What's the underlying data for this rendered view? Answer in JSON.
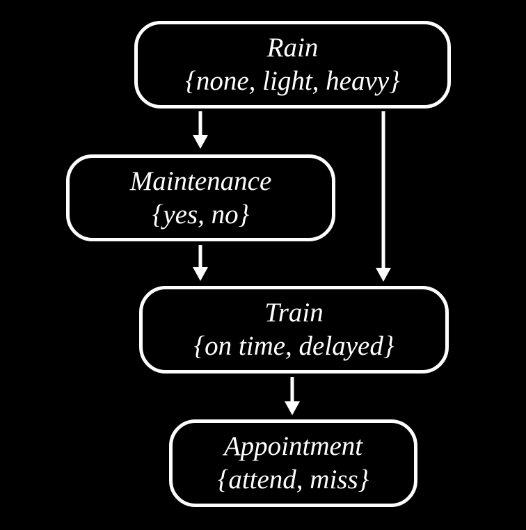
{
  "diagram": {
    "type": "bayesian-network",
    "nodes": [
      {
        "id": "rain",
        "label": "Rain",
        "values": "{none, light, heavy}"
      },
      {
        "id": "maintenance",
        "label": "Maintenance",
        "values": "{yes, no}"
      },
      {
        "id": "train",
        "label": "Train",
        "values": "{on time, delayed}"
      },
      {
        "id": "appointment",
        "label": "Appointment",
        "values": "{attend, miss}"
      }
    ],
    "edges": [
      {
        "from": "Rain",
        "to": "Maintenance"
      },
      {
        "from": "Rain",
        "to": "Train"
      },
      {
        "from": "Maintenance",
        "to": "Train"
      },
      {
        "from": "Train",
        "to": "Appointment"
      }
    ],
    "colors": {
      "background": "#000000",
      "node_border": "#fdfdfd",
      "node_fill": "#000000",
      "text": "#ffffff",
      "arrow": "#fdfdfd"
    }
  }
}
